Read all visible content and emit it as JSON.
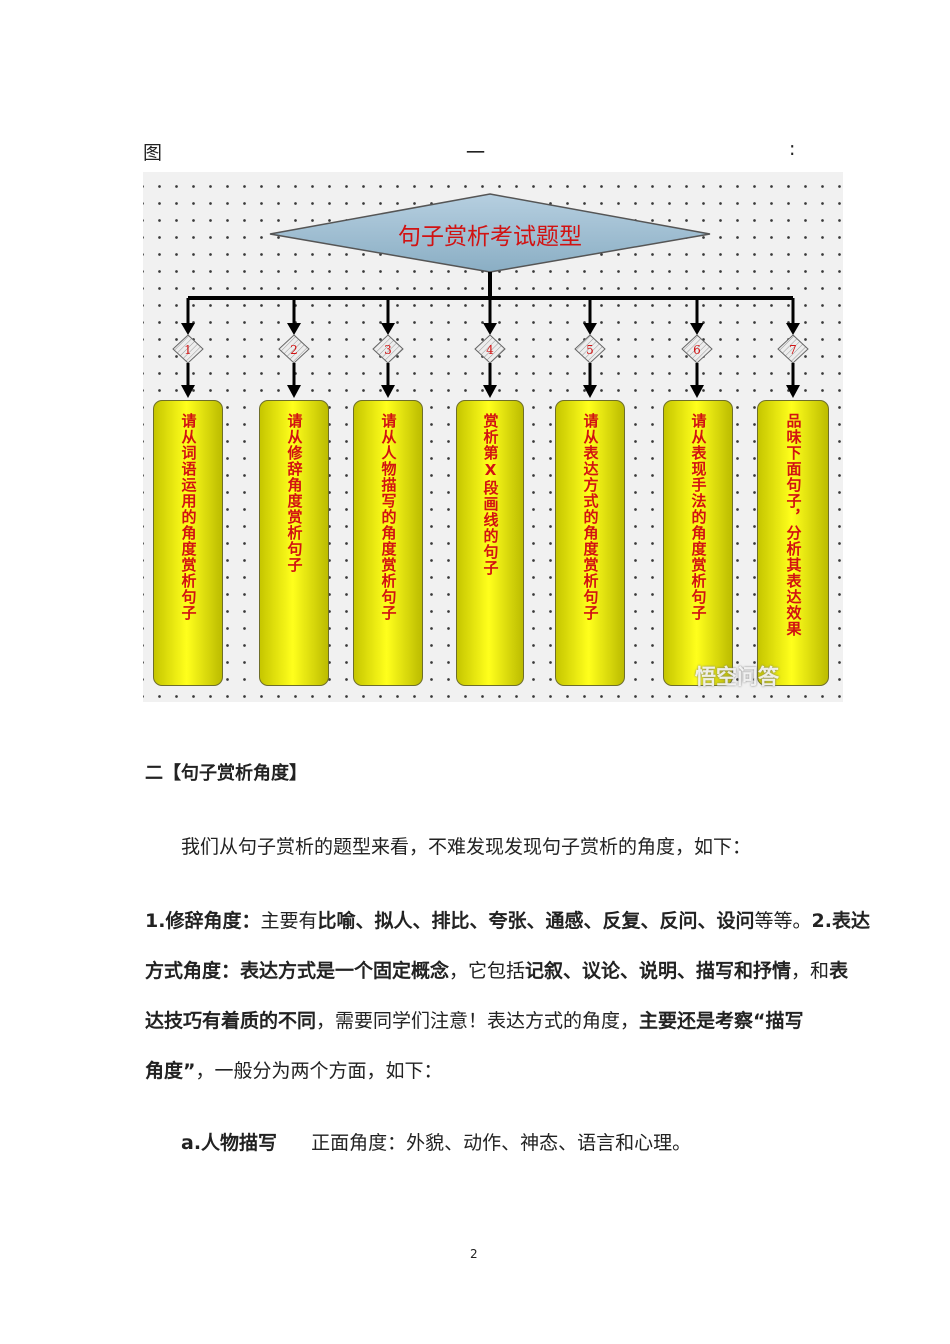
{
  "caption": {
    "left": "图",
    "middle": "一",
    "right": ":"
  },
  "diagram": {
    "title": "句子赏析考试题型",
    "numbers": [
      "1",
      "2",
      "3",
      "4",
      "5",
      "6",
      "7"
    ],
    "boxes": [
      "请从词语运用的角度赏析句子",
      "请从修辞角度赏析句子",
      "请从人物描写的角度赏析句子",
      "赏析第X段画线的句子",
      "请从表达方式的角度赏析句子",
      "请从表现手法的角度赏析句子",
      "品味下面句子，分析其表达效果"
    ],
    "watermark": "悟空问答"
  },
  "section_heading": "二【句子赏析角度】",
  "intro": "我们从句子赏析的题型来看，不难发现发现句子赏析的角度，如下：",
  "body_lines": [
    [
      {
        "t": "1.修辞角度：",
        "b": true
      },
      {
        "t": "主要有",
        "b": false
      },
      {
        "t": "比喻、拟人、排比、夸张、通感、反复、反问、设问",
        "b": true
      },
      {
        "t": "等等。",
        "b": false
      },
      {
        "t": "2.表达",
        "b": true
      }
    ],
    [
      {
        "t": "方式角度：表达方式是一个固定概念",
        "b": true
      },
      {
        "t": "，它包括",
        "b": false
      },
      {
        "t": "记叙、议论、说明、描写和抒情",
        "b": true
      },
      {
        "t": "，和",
        "b": false
      },
      {
        "t": "表",
        "b": true
      }
    ],
    [
      {
        "t": "达技巧有着质的不同",
        "b": true
      },
      {
        "t": "，需要同学们注意！表达方式的角度，",
        "b": false
      },
      {
        "t": "主要还是考察“描写",
        "b": true
      }
    ],
    [
      {
        "t": "角度”",
        "b": true
      },
      {
        "t": "，一般分为两个方面，如下：",
        "b": false
      }
    ]
  ],
  "sub_item": {
    "label": "a.人物描写",
    "text": "正面角度：外貌、动作、神态、语言和心理。"
  },
  "page_number": "2"
}
